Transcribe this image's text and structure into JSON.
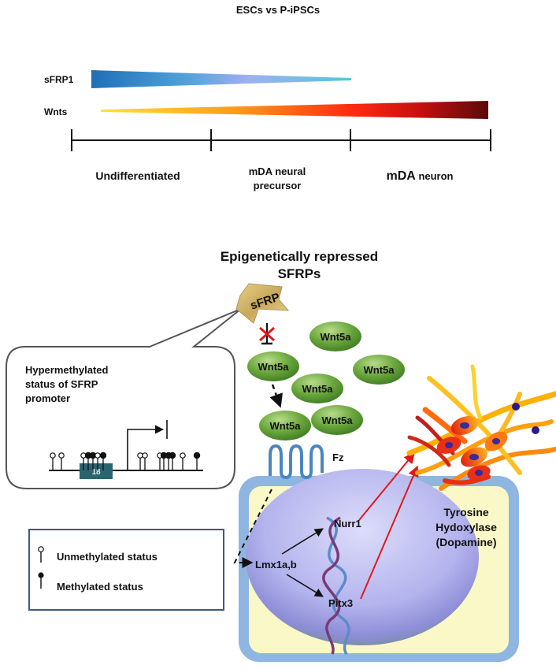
{
  "top_panel": {
    "title": "ESCs vs P-iPSCs",
    "gradients": [
      {
        "label": "sFRP1",
        "colors": [
          "#1f6fb8",
          "#4f9fd8",
          "#9fb0f0",
          "#55c7d6"
        ],
        "trend": "decreasing"
      },
      {
        "label": "Wnts",
        "colors": [
          "#ffe23a",
          "#ff9a1a",
          "#ff2a10",
          "#e01010",
          "#5a0a0a"
        ],
        "trend": "increasing"
      }
    ],
    "stages": [
      {
        "lines": [
          "Undifferentiated"
        ]
      },
      {
        "lines": [
          "mDA neural",
          "precursor"
        ]
      },
      {
        "big": "mDA",
        "rest": " neuron"
      }
    ]
  },
  "bottom_panel": {
    "title_lines": [
      "Epigenetically repressed",
      "SFRPs"
    ],
    "sfrp_label": "sFRP",
    "wnt_label": "Wnt5a",
    "receptor_label": "Fz",
    "callout": {
      "lines": [
        "Hypermethylated",
        "status of SFRP",
        "promoter"
      ],
      "exon_label": "18"
    },
    "nucleus": {
      "lmx": "Lmx1a,b",
      "nurr": "Nurr1",
      "pitx": "Pitx3"
    },
    "output_lines": [
      "Tyrosine",
      "Hydoxylase",
      "(Dopamine)"
    ],
    "legend": {
      "unmethylated": "Unmethylated status",
      "methylated": "Methylated status"
    }
  },
  "colors": {
    "wnt_green": "#4a8a2a",
    "exon_teal": "#2a6470",
    "cell_blue": "#8fb6e0",
    "cytoplasm": "#fbf8c8",
    "nucleus": "#a8a8e8",
    "arrow_red": "#e01818",
    "legend_border": "#3b5a80"
  }
}
